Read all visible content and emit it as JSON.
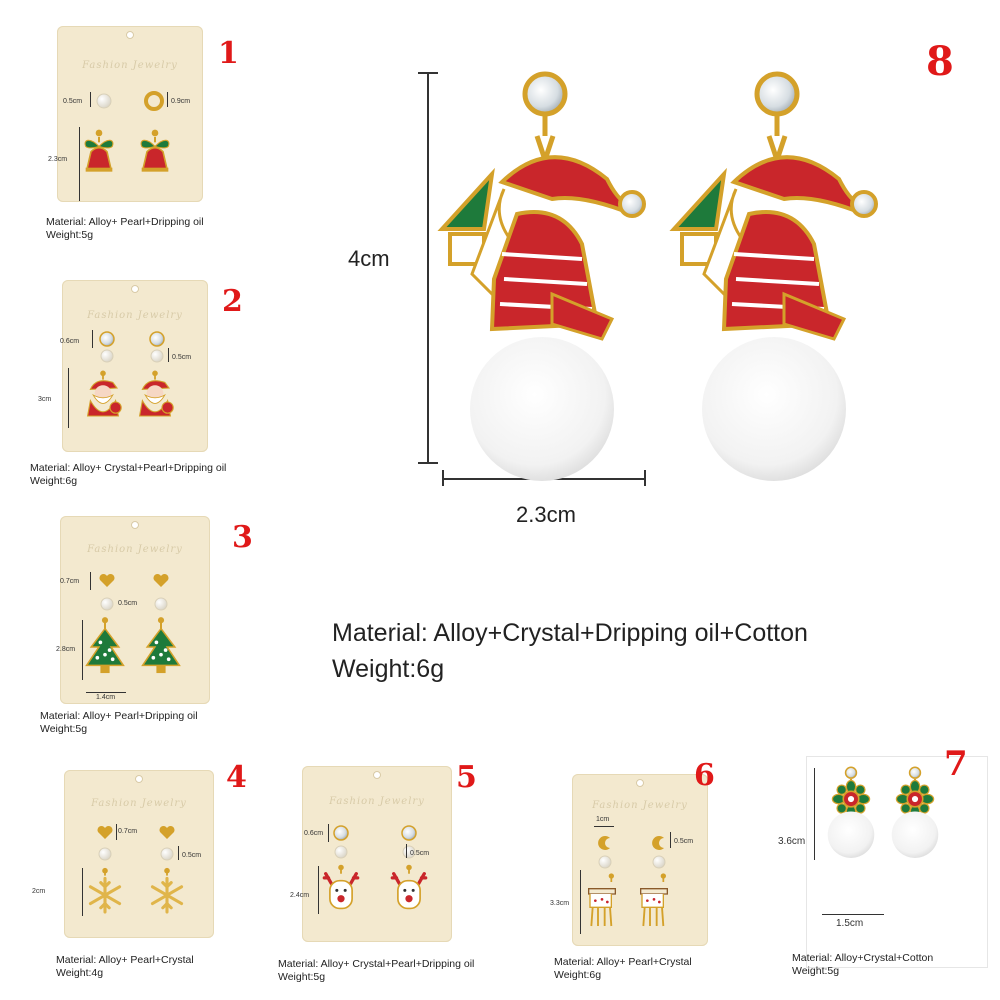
{
  "colors": {
    "number": "#e01919",
    "card": "#f3e9cf",
    "gold": "#d4a12a",
    "enamel_red": "#c9262b",
    "enamel_green": "#1e7a3b"
  },
  "brand_mark": "Fashion Jewelry",
  "products": [
    {
      "number": "1",
      "material": "Material: Alloy+ Pearl+Dripping oil",
      "weight": "Weight:5g",
      "dims": [
        "0.5cm",
        "0.9cm",
        "2.3cm"
      ],
      "motif": "bell-icon"
    },
    {
      "number": "2",
      "material": "Material:  Alloy+ Crystal+Pearl+Dripping oil",
      "weight": "Weight:6g",
      "dims": [
        "0.6cm",
        "0.5cm",
        "3cm"
      ],
      "motif": "santa-icon"
    },
    {
      "number": "3",
      "material": "Material:  Alloy+ Pearl+Dripping oil",
      "weight": "Weight:5g",
      "dims": [
        "0.7cm",
        "0.5cm",
        "2.8cm",
        "1.4cm"
      ],
      "motif": "christmas-tree-icon"
    },
    {
      "number": "4",
      "material": "Material:  Alloy+ Pearl+Crystal",
      "weight": "Weight:4g",
      "dims": [
        "0.7cm",
        "0.5cm",
        "2cm"
      ],
      "motif": "snowflake-icon"
    },
    {
      "number": "5",
      "material": "Material:  Alloy+ Crystal+Pearl+Dripping oil",
      "weight": "Weight:5g",
      "dims": [
        "0.6cm",
        "0.5cm",
        "2.4cm"
      ],
      "motif": "reindeer-icon"
    },
    {
      "number": "6",
      "material": "Material:  Alloy+ Pearl+Crystal",
      "weight": "Weight:6g",
      "dims": [
        "1cm",
        "0.5cm",
        "3.3cm"
      ],
      "motif": "deer-icon"
    },
    {
      "number": "7",
      "material": "Material:  Alloy+Crystal+Cotton",
      "weight": "Weight:5g",
      "dims": [
        "3.6cm",
        "1.5cm"
      ],
      "motif": "flower-pompom-icon"
    }
  ],
  "featured": {
    "number": "8",
    "height": "4cm",
    "width": "2.3cm",
    "material": "Material:  Alloy+Crystal+Dripping oil+Cotton",
    "weight": "Weight:6g",
    "motif": "santa-pompom-icon"
  }
}
